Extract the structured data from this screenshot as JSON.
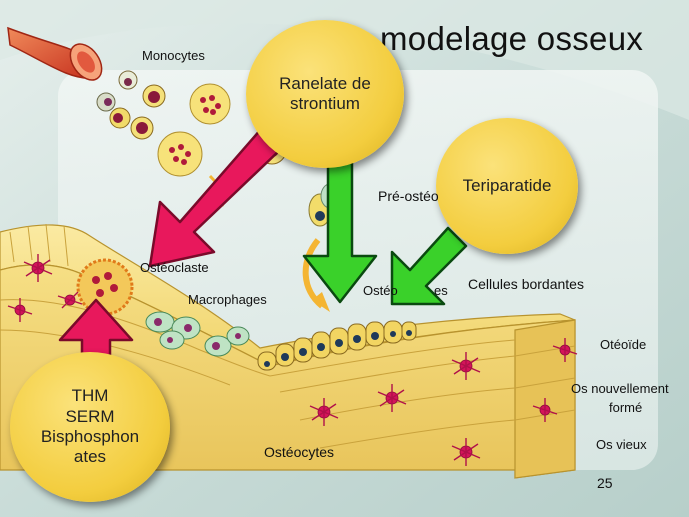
{
  "title": "modelage osseux",
  "callouts": {
    "ranelate": "Ranelate de strontium",
    "teriparatide": "Teriparatide",
    "thm": "THM\nSERM\nBisphosphon\nates"
  },
  "labels": {
    "monocytes": "Monocytes",
    "pre_osteoblastes": "Pré-ostéo",
    "osteoclaste": "Ostéoclaste",
    "macrophages": "Macrophages",
    "osteoblastes": "Ostéo",
    "osteoblastes_tail": "es",
    "cellules_bordantes": "Cellules bordantes",
    "osteoide": "Otéoïde",
    "os_nouveau_1": "Os nouvellement",
    "os_nouveau_2": "formé",
    "os_vieux": "Os vieux",
    "osteocytes": "Ostéocytes"
  },
  "page_number": "25",
  "colors": {
    "background": "#cfe0dc",
    "bone": "#f4dc7a",
    "callout": "#f3cd3e",
    "arrow_pink": "#e8185c",
    "arrow_green": "#3ad12a",
    "osteocyte": "#d4145a"
  }
}
